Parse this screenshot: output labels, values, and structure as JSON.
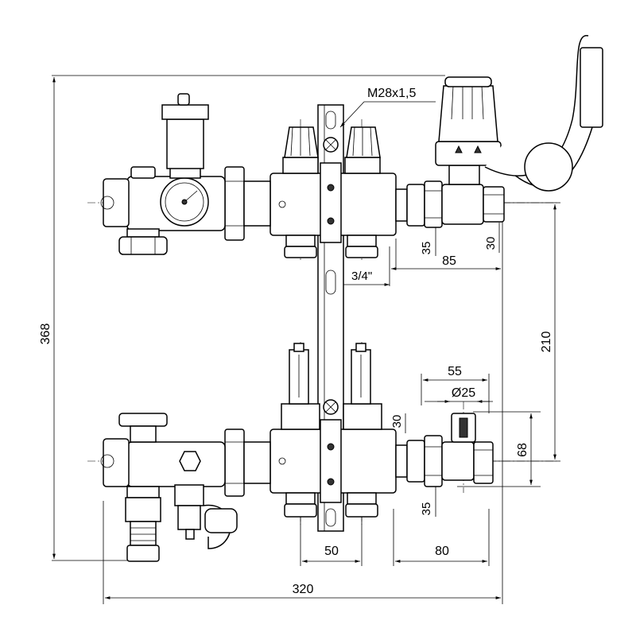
{
  "dimensions": {
    "thread": "M28x1,5",
    "overall_height": "368",
    "top_offset_35": "35",
    "top_offset_30": "30",
    "top_offset_85": "85",
    "pipe_size": "3/4\"",
    "vertical_210": "210",
    "width_55": "55",
    "diameter": "Ø25",
    "valve_30": "30",
    "valve_68": "68",
    "bottom_35": "35",
    "outlet_spacing": "50",
    "bottom_80": "80",
    "overall_width": "320"
  },
  "colors": {
    "line": "#000000",
    "background": "#ffffff",
    "fill_grey": "#d9d9d9"
  }
}
